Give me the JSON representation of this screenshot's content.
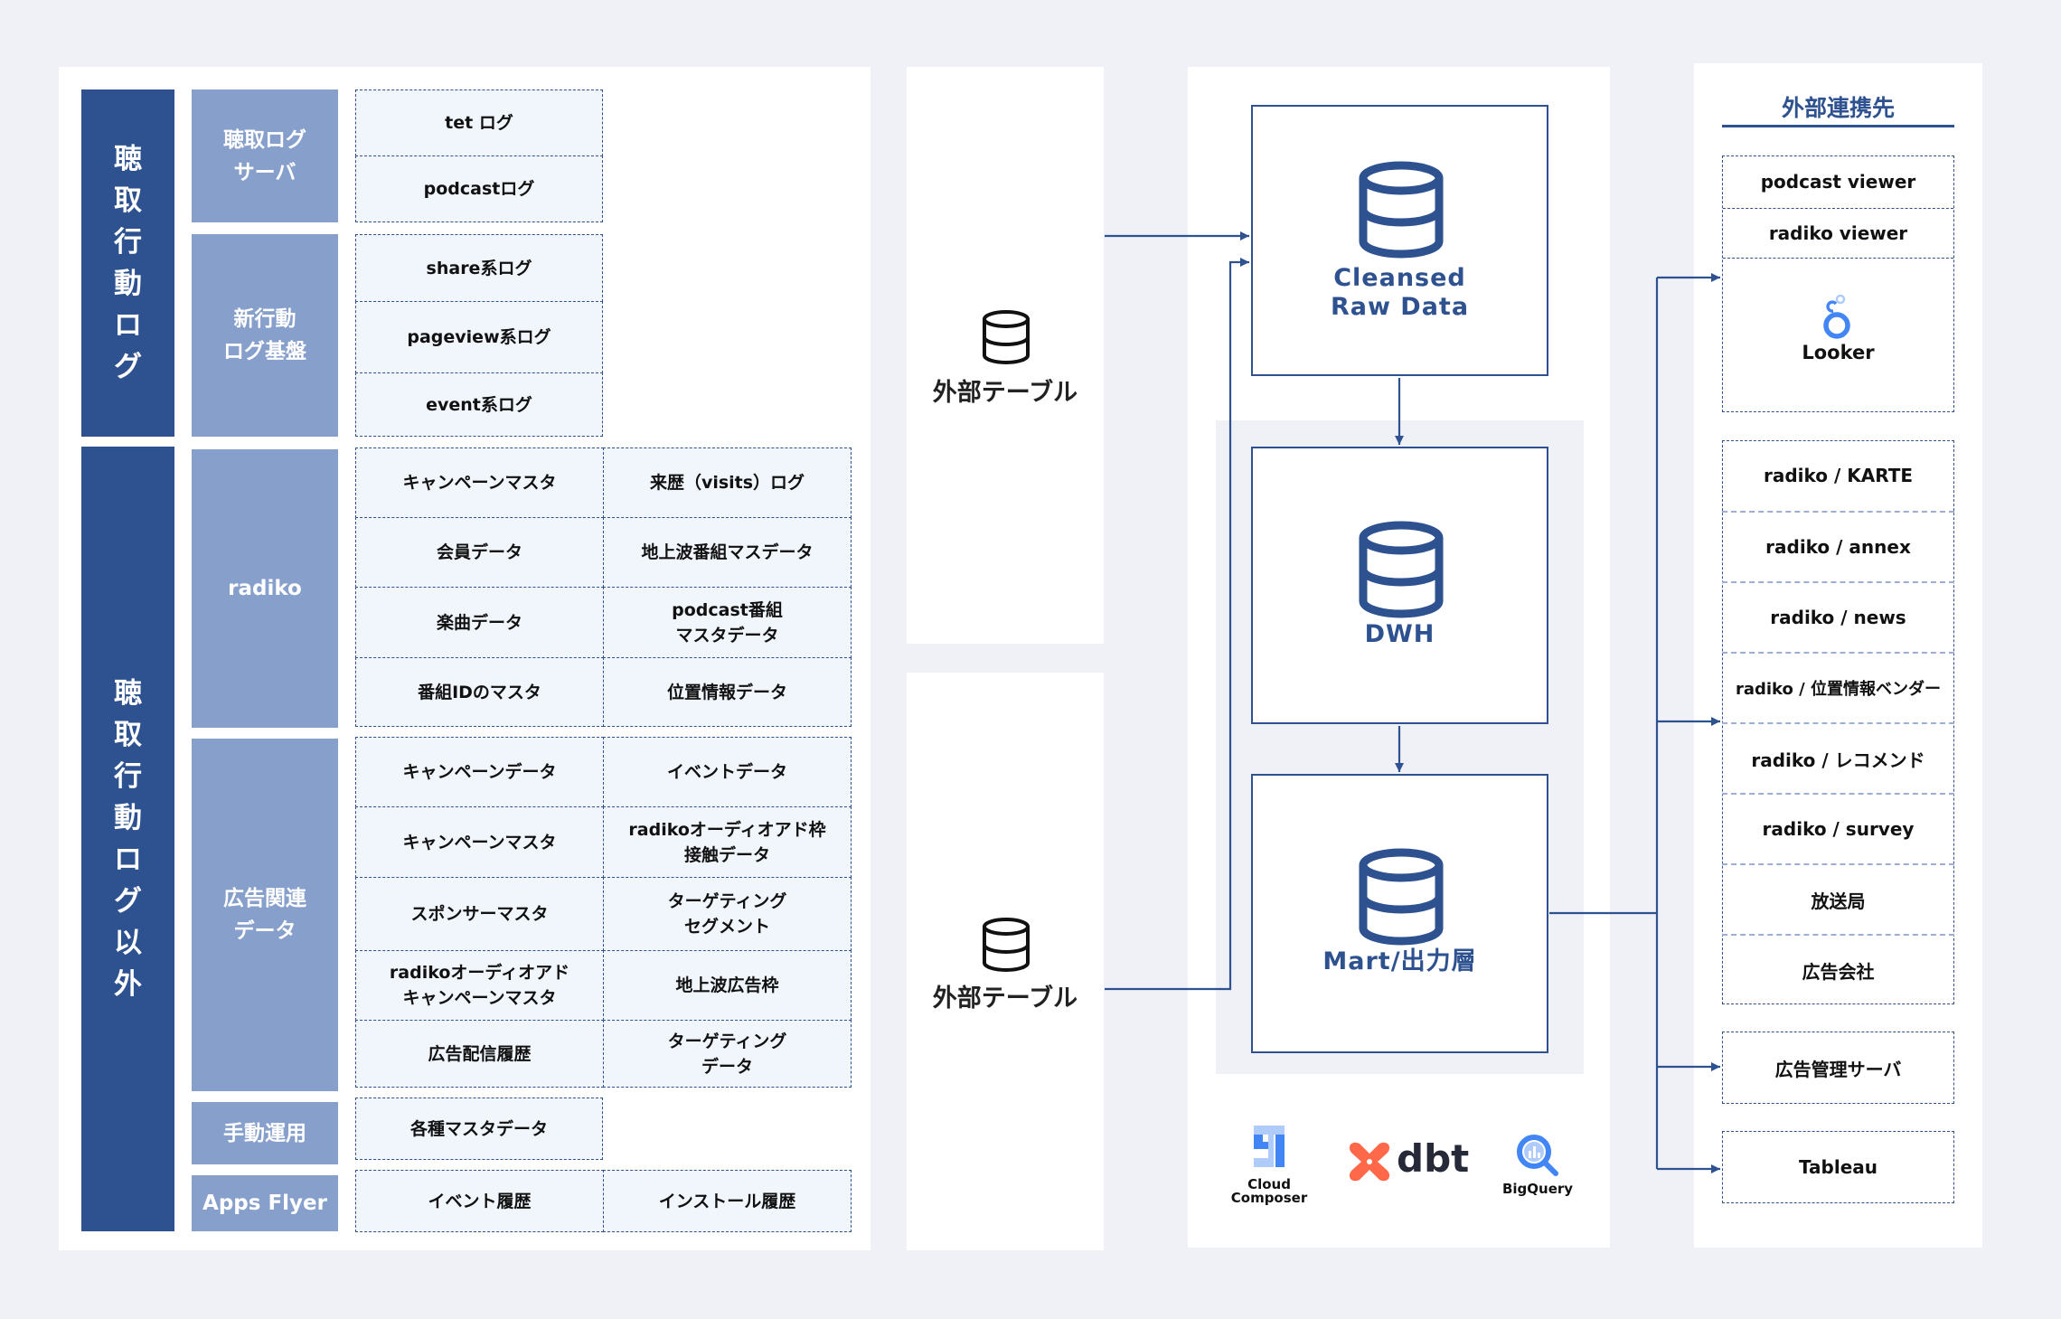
{
  "left": {
    "groups": [
      {
        "title": "聴取行動ログ",
        "categories": [
          {
            "label": "聴取ログ\nサーバ",
            "items": [
              [
                "tet ログ"
              ],
              [
                "podcastログ"
              ]
            ]
          },
          {
            "label": "新行動\nログ基盤",
            "items": [
              [
                "share系ログ"
              ],
              [
                "pageview系ログ"
              ],
              [
                "event系ログ"
              ]
            ]
          }
        ]
      },
      {
        "title": "聴取行動ログ以外",
        "categories": [
          {
            "label": "radiko",
            "items": [
              [
                "キャンペーンマスタ",
                "来歴（visits）ログ"
              ],
              [
                "会員データ",
                "地上波番組マスデータ"
              ],
              [
                "楽曲データ",
                "podcast番組\nマスタデータ"
              ],
              [
                "番組IDのマスタ",
                "位置情報データ"
              ]
            ]
          },
          {
            "label": "広告関連\nデータ",
            "items": [
              [
                "キャンペーンデータ",
                "イベントデータ"
              ],
              [
                "キャンペーンマスタ",
                "radikoオーディオアド枠\n接触データ"
              ],
              [
                "スポンサーマスタ",
                "ターゲティング\nセグメント"
              ],
              [
                "radikoオーディオアド\nキャンペーンマスタ",
                "地上波広告枠"
              ],
              [
                "広告配信履歴",
                "ターゲティング\nデータ"
              ]
            ]
          },
          {
            "label": "手動運用",
            "items": [
              [
                "各種マスタデータ"
              ]
            ]
          },
          {
            "label": "Apps Flyer",
            "items": [
              [
                "イベント履歴",
                "インストール履歴"
              ]
            ]
          }
        ]
      }
    ]
  },
  "external_tables": [
    {
      "label": "外部テーブル",
      "icon": "database-icon"
    },
    {
      "label": "外部テーブル",
      "icon": "database-icon"
    }
  ],
  "center": {
    "layers": [
      {
        "label": "Cleansed\nRaw Data",
        "icon": "database-icon"
      },
      {
        "label": "DWH",
        "icon": "database-icon"
      },
      {
        "label": "Mart/出力層",
        "icon": "database-icon"
      }
    ],
    "tools": [
      {
        "label": "Cloud\nComposer",
        "icon": "cloud-composer-logo"
      },
      {
        "label": "dbt",
        "icon": "dbt-logo"
      },
      {
        "label": "BigQuery",
        "icon": "bigquery-logo"
      }
    ]
  },
  "right": {
    "title": "外部連携先",
    "group1": [
      "podcast viewer",
      "radiko viewer"
    ],
    "looker": "Looker",
    "group2": [
      "radiko / KARTE",
      "radiko / annex",
      "radiko / news",
      "radiko / 位置情報ベンダー",
      "radiko / レコメンド",
      "radiko / survey",
      "放送局",
      "広告会社"
    ],
    "ad_server": "広告管理サーバ",
    "tableau": "Tableau"
  },
  "colors": {
    "primary": "#2e518f",
    "category": "#879fcb",
    "cell_bg": "#f1f6fd",
    "background": "#eff1f6",
    "dbt": "#ff694a",
    "google_blue": "#4285f4"
  }
}
